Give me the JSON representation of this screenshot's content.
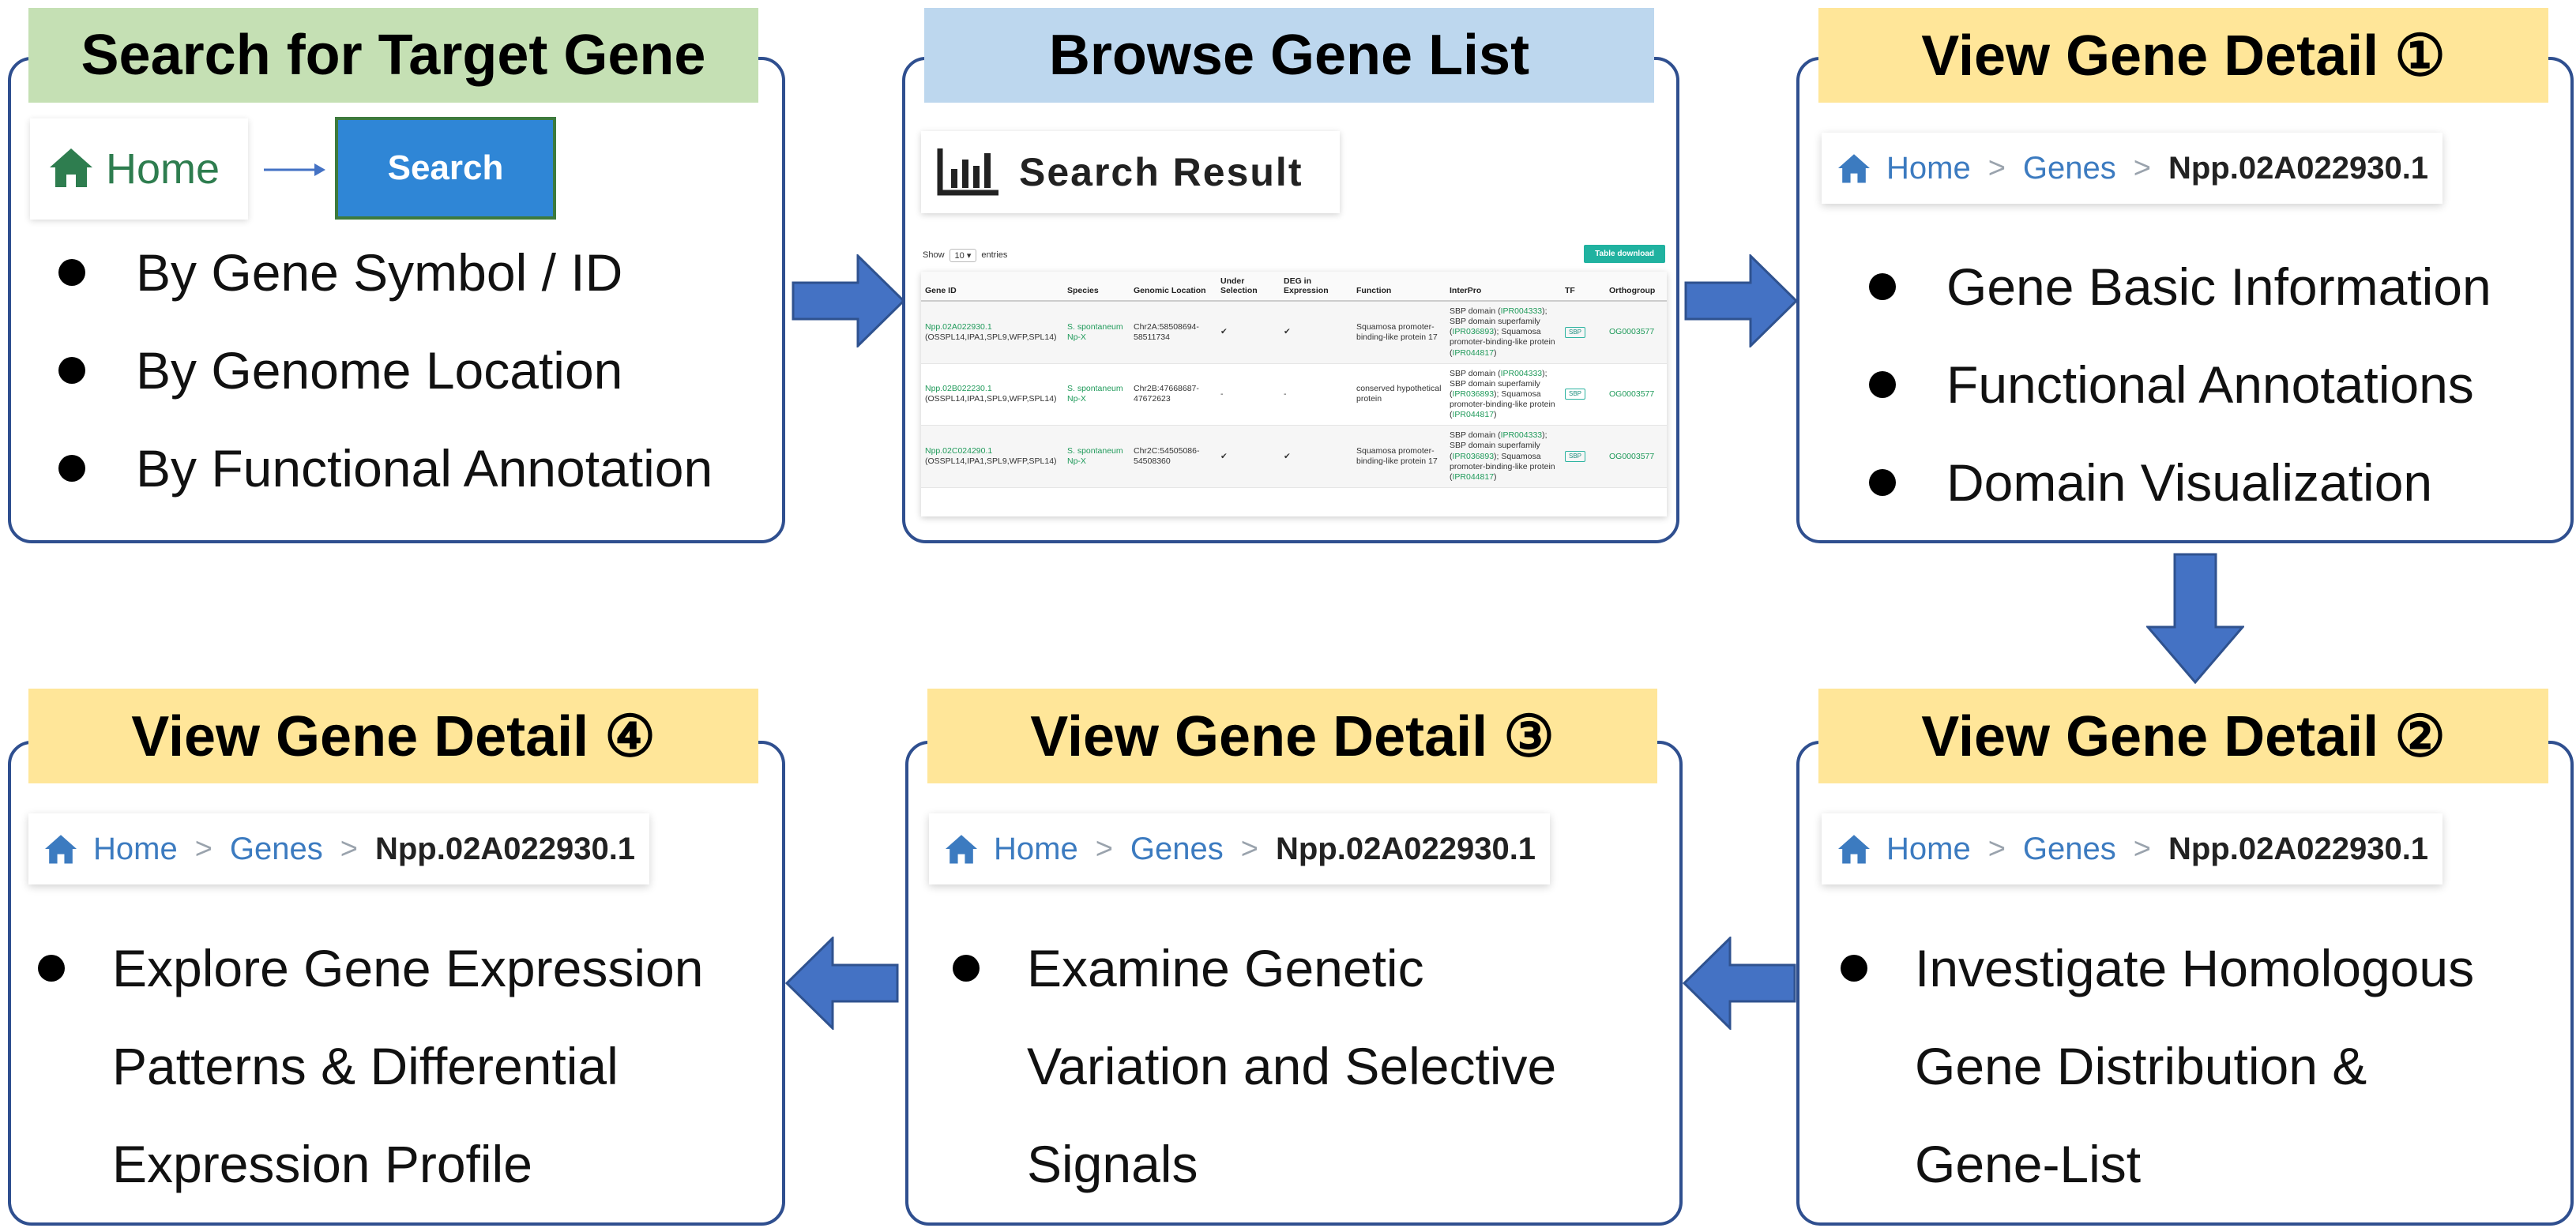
{
  "panels": {
    "search": {
      "title": "Search for Target Gene",
      "home_label": "Home",
      "search_button": "Search",
      "bullets": [
        "By Gene Symbol / ID",
        "By Genome Location",
        "By Functional Annotation"
      ]
    },
    "browse": {
      "title": "Browse Gene List",
      "result_heading": "Search Result",
      "show_label": "Show",
      "show_value": "10",
      "entries_label": "entries",
      "download_button": "Table download",
      "columns": [
        "Gene ID",
        "Species",
        "Genomic Location",
        "Under Selection",
        "DEG in Expression",
        "Function",
        "InterPro",
        "TF",
        "Orthogroup"
      ],
      "rows": [
        {
          "gene_id": "Npp.02A022930.1",
          "aliases": "(OSSPL14,IPA1,SPL9,WFP,SPL14)",
          "species": "S. spontaneum Np-X",
          "location": "Chr2A:58508694-58511734",
          "under_selection": "✔",
          "deg": "✔",
          "function": "Squamosa promoter-binding-like protein 17",
          "interpro_1": "SBP domain (",
          "interpro_1_id": "IPR004333",
          "interpro_2": "); SBP domain superfamily (",
          "interpro_2_id": "IPR036893",
          "interpro_3": "); Squamosa promoter-binding-like protein (",
          "interpro_3_id": "IPR044817",
          "interpro_end": ")",
          "tf": "SBP",
          "orthogroup": "OG0003577"
        },
        {
          "gene_id": "Npp.02B022230.1",
          "aliases": "(OSSPL14,IPA1,SPL9,WFP,SPL14)",
          "species": "S. spontaneum Np-X",
          "location": "Chr2B:47668687-47672623",
          "under_selection": "-",
          "deg": "-",
          "function": "conserved hypothetical protein",
          "interpro_1": "SBP domain (",
          "interpro_1_id": "IPR004333",
          "interpro_2": "); SBP domain superfamily (",
          "interpro_2_id": "IPR036893",
          "interpro_3": "); Squamosa promoter-binding-like protein (",
          "interpro_3_id": "IPR044817",
          "interpro_end": ")",
          "tf": "SBP",
          "orthogroup": "OG0003577"
        },
        {
          "gene_id": "Npp.02C024290.1",
          "aliases": "(OSSPL14,IPA1,SPL9,WFP,SPL14)",
          "species": "S. spontaneum Np-X",
          "location": "Chr2C:54505086-54508360",
          "under_selection": "✔",
          "deg": "✔",
          "function": "Squamosa promoter-binding-like protein 17",
          "interpro_1": "SBP domain (",
          "interpro_1_id": "IPR004333",
          "interpro_2": "); SBP domain superfamily (",
          "interpro_2_id": "IPR036893",
          "interpro_3": "); Squamosa promoter-binding-like protein (",
          "interpro_3_id": "IPR044817",
          "interpro_end": ")",
          "tf": "SBP",
          "orthogroup": "OG0003577"
        }
      ]
    },
    "detail1": {
      "title": "View Gene Detail ①",
      "bullets": [
        "Gene Basic Information",
        "Functional Annotations",
        "Domain Visualization"
      ]
    },
    "detail2": {
      "title": "View Gene Detail ②",
      "lines": [
        "Investigate Homologous",
        "Gene Distribution &",
        "Gene-List"
      ]
    },
    "detail3": {
      "title": "View Gene Detail ③",
      "lines": [
        "Examine Genetic",
        "Variation and Selective",
        "Signals"
      ]
    },
    "detail4": {
      "title": "View Gene Detail ④",
      "lines": [
        "Explore Gene Expression",
        "Patterns & Differential",
        "Expression Profile"
      ]
    }
  },
  "breadcrumb": {
    "home": "Home",
    "genes": "Genes",
    "current": "Npp.02A022930.1",
    "separator": ">"
  },
  "colors": {
    "panel_border": "#2f4f8f",
    "arrow_fill": "#4472c4",
    "title_green": "#c5e0b4",
    "title_blue": "#bdd7ee",
    "title_yellow": "#ffe699",
    "link_blue": "#3c7bc0",
    "home_green": "#2e7d4f",
    "search_button": "#2f86d6"
  },
  "icons": [
    "home-icon",
    "bar-chart-icon",
    "arrow-right-icon",
    "arrow-down-icon",
    "arrow-left-icon"
  ]
}
